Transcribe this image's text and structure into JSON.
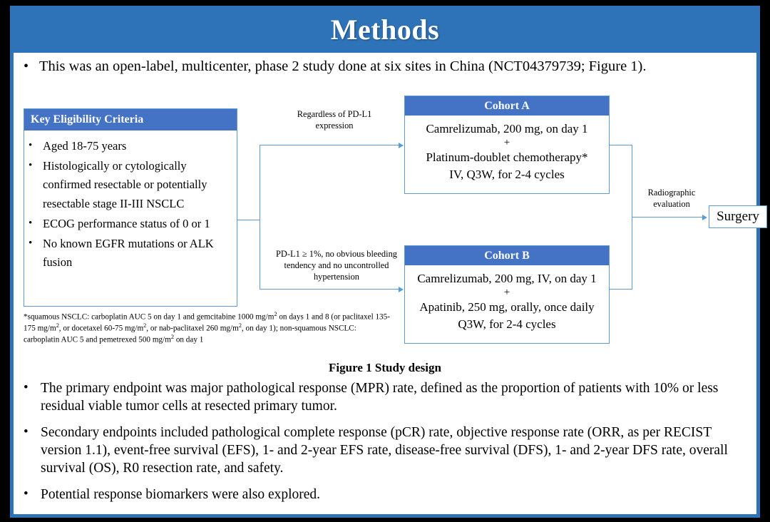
{
  "header": {
    "title": "Methods",
    "band_color": "#2E72B8"
  },
  "colors": {
    "header_band": "#2E72B8",
    "box_header": "#4472C4",
    "box_border": "#5B9BD5",
    "connector": "#5B9BD5",
    "slide_background": "#FFFFFF",
    "outer_frame": "#000000"
  },
  "lead_bullet": {
    "marker": "•",
    "text": "This was an open-label, multicenter, phase 2 study done at six sites in China (NCT04379739; Figure 1)."
  },
  "diagram": {
    "eligibility": {
      "title": "Key  Eligibility Criteria",
      "marker": "•",
      "items": [
        "Aged 18-75 years",
        "Histologically or cytologically confirmed resectable or potentially resectable stage II-III  NSCLC",
        "ECOG performance status of 0 or 1",
        "No known EGFR mutations or ALK fusion"
      ]
    },
    "footnote": {
      "line1_a": "*squamous NSCLC: carboplatin AUC 5 on day 1 and gemcitabine 1000 mg/m",
      "line1_sup": "2",
      "line1_b": " on days 1 and 8 (or paclitaxel 135-175  mg/m",
      "line2_sup": "2",
      "line2_b": ", or docetaxel 60-75 mg/m",
      "line3_sup": "2",
      "line3_b": ", or nab-paclitaxel 260 mg/m",
      "line4_sup": "2",
      "line4_b": ", on day 1); non-squamous NSCLC: carboplatin AUC 5 and pemetrexed 500 mg/m",
      "line5_sup": "2",
      "line5_b": " on day 1"
    },
    "connector_label_a": "Regardless  of PD-L1 expression",
    "connector_label_b": "PD-L1 ≥ 1%, no obvious bleeding tendency and no uncontrolled  hypertension",
    "connector_label_radiographic": "Radiographic evaluation",
    "cohort_a": {
      "title": "Cohort A",
      "line1": "Camrelizumab, 200 mg, on day 1",
      "plus": "+",
      "line2": "Platinum-doublet chemotherapy*",
      "line3": "IV, Q3W, for 2-4 cycles"
    },
    "cohort_b": {
      "title": "Cohort B",
      "line1": "Camrelizumab, 200 mg, IV, on day 1",
      "plus": "+",
      "line2": "Apatinib, 250 mg, orally, once daily",
      "line3": "Q3W, for 2-4 cycles"
    },
    "surgery": "Surgery"
  },
  "figure_caption": "Figure 1 Study design",
  "body_bullets": {
    "marker": "•",
    "items": [
      "The primary endpoint was major pathological response (MPR) rate, defined as the proportion of patients with 10% or less residual viable tumor cells at resected primary tumor.",
      "Secondary endpoints included pathological complete response (pCR) rate, objective response rate (ORR, as per RECIST version 1.1), event-free survival (EFS), 1- and 2-year EFS rate, disease-free survival (DFS), 1- and 2-year DFS rate, overall survival (OS), R0 resection rate, and safety.",
      "Potential response biomarkers were also explored."
    ]
  }
}
